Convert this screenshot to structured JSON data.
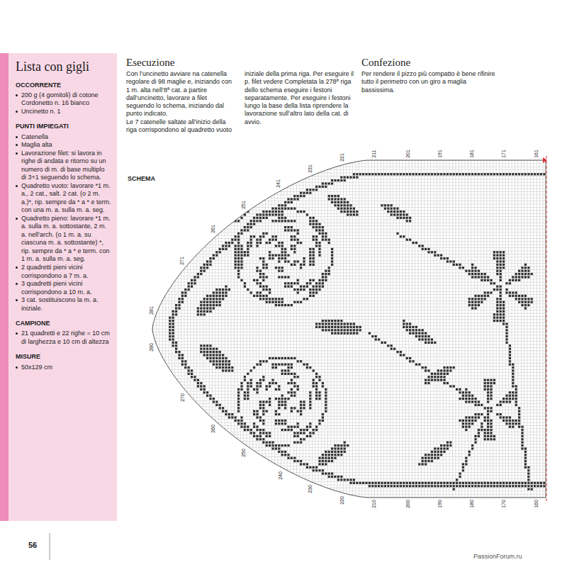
{
  "diagram": {
    "nodes": [
      {
        "text": [
          "Lista con gigli",
          "OCCORRENTE",
          "200 g (4 gomitoli) di cotone Cordonetto n. 16 bianco",
          "Uncinetto n. 1",
          "PUNTI IMPIEGATI",
          "Catenella",
          "Maglia alta",
          "Lavorazione filet: si lavora in righe di andata e ritorno su un numero di m. di base multiplo di 3+1 seguendo lo schema.",
          "Quadretto vuoto: lavorare *1 m. a., 2 cat., salt. 2 cat. (o 2 m. a.)*, rip. sempre da * a * e term. con una m. a. sulla m. a. seg.",
          "Quadretto pieno: lavorare *1 m. a. sulla m. a. sottostante, 2 m. a. nell’arch. (o 1 m. a. su ciascuna m. a. sottostante) *, rip. sempre da * a * e term. con 1 m. a. sulla m. a. seg.",
          "2 quadretti pieni vicini corrispondono a 7 m. a.",
          "3 quadretti pieni vicini corrispondono a 10 m. a.",
          "3 cat. sostituiscono la m. a. iniziale.",
          "CAMPIONE",
          "21 quadretti e 22 righe = 10 cm di larghezza e 10 cm di altezza",
          "MISURE",
          "50x129 cm"
        ]
      }
    ],
    "labels": [
      "Esecuzione",
      "Con l’uncinetto avviare na catenella regolare di 98 maglie e, iniziando con 1 m. alta nell’8ª cat. a partire dall’uncinetto, lavorare a filet seguendo lo schema, iniziando dal punto indicato.",
      "Le 7 catenelle saltate all’inizio della riga corrispondono al quadretto vuoto iniziale della prima riga. Per eseguire il p. filet vedere Completata la 278ª riga dello schema eseguire i festoni separatamente. Per eseguire i festoni lungo la base della lista riprendere la lavorazione sull’altro lato della cat. di avvio.",
      "Confezione",
      "Per rendere il pizzo più compatto è bene rifinire tutto il perimetro con un giro a maglia bassissima.",
      "SCHEMA",
      "231",
      "221",
      "211",
      "201",
      "191",
      "181",
      "171",
      "161",
      "241",
      "251",
      "261",
      "271",
      "281",
      "280",
      "270",
      "260",
      "250",
      "240",
      "230",
      "220",
      "210",
      "200",
      "190",
      "180",
      "170",
      "160",
      "56",
      "PassionForum.ru"
    ]
  }
}
